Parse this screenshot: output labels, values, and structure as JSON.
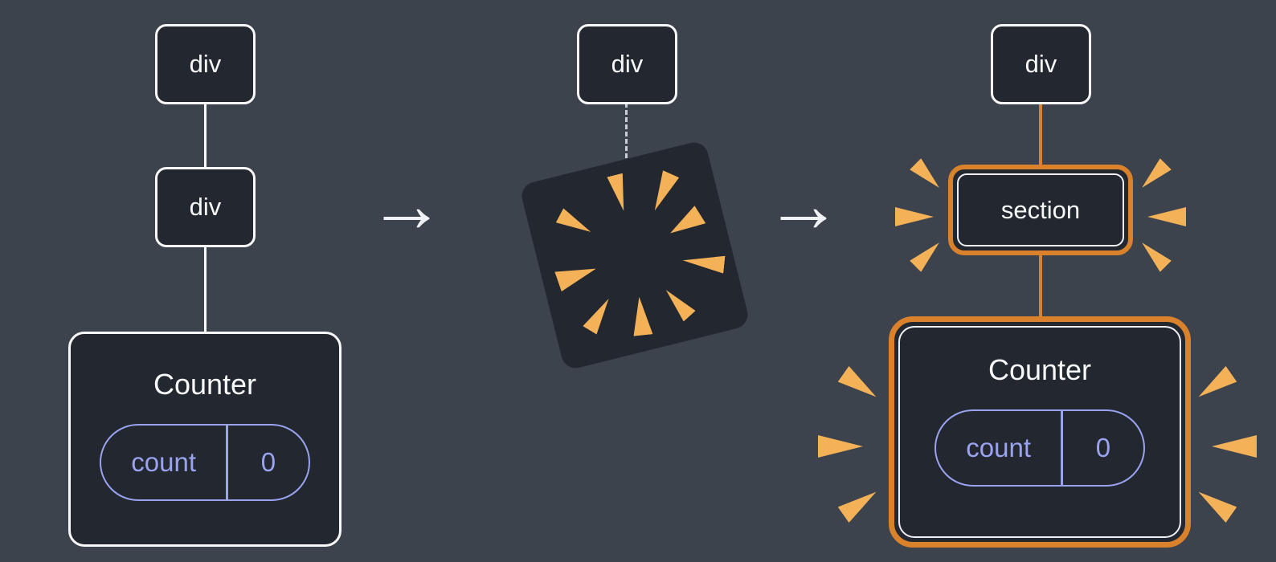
{
  "colors": {
    "background": "#3d434c",
    "node_fill": "#23272f",
    "node_border": "#f7f8f9",
    "highlight_orange": "#d9822b",
    "spark_orange": "#f3b158",
    "state_purple": "#9aa3f0"
  },
  "arrow_glyph": "→",
  "before": {
    "root_label": "div",
    "child_label": "div",
    "counter": {
      "title": "Counter",
      "state_key": "count",
      "state_value": "0"
    }
  },
  "during": {
    "root_label": "div"
  },
  "after": {
    "root_label": "div",
    "section_label": "section",
    "counter": {
      "title": "Counter",
      "state_key": "count",
      "state_value": "0"
    }
  }
}
